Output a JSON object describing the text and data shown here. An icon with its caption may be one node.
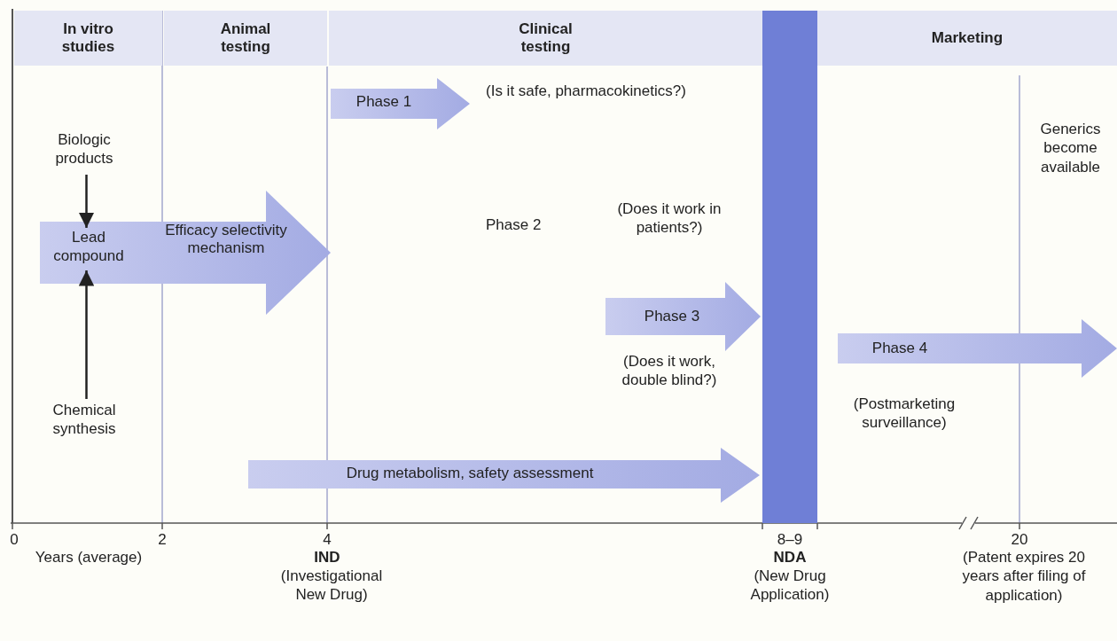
{
  "diagram": {
    "nodes": [
      {
        "text": [
          "In vitro studies"
        ]
      },
      {
        "text": [
          "Animal testing"
        ]
      },
      {
        "text": [
          "Clinical testing"
        ]
      },
      {
        "text": [
          "Marketing"
        ]
      },
      {
        "text": [
          "Biologic products"
        ]
      },
      {
        "text": [
          "Efficacy selectivity mechanism"
        ]
      },
      {
        "text": [
          "Lead compound"
        ],
        "in": 5
      },
      {
        "text": [
          "Chemical synthesis"
        ]
      },
      {
        "text": [
          "Phase 1"
        ],
        "beside": [
          "(Is it safe, pharmacokinetics?)"
        ]
      },
      {
        "text": [
          "Phase 3"
        ],
        "beside": [
          "(Does it work, double blind?)"
        ]
      },
      {
        "text": [
          "Phase 4"
        ],
        "beside": [
          "(Postmarketing surveillance)"
        ]
      },
      {
        "text": [
          "Drug metabolism, safety assessment"
        ]
      },
      {
        "text": [],
        "shape": "bar"
      }
    ],
    "edges": [
      {
        "from": 4,
        "to": 6,
        "arrow": "to"
      },
      {
        "from": 7,
        "to": 6,
        "arrow": "to"
      }
    ],
    "labels": [
      "Generics become available",
      "Phase 2",
      "(Does it work in patients?)",
      "0",
      "2",
      "4",
      "8–9",
      "20",
      "Years (average)",
      "IND",
      "NDA",
      "(Patent expires 20 years after filing of application)",
      "(Investigational New Drug)",
      "(New Drug Application)"
    ]
  }
}
